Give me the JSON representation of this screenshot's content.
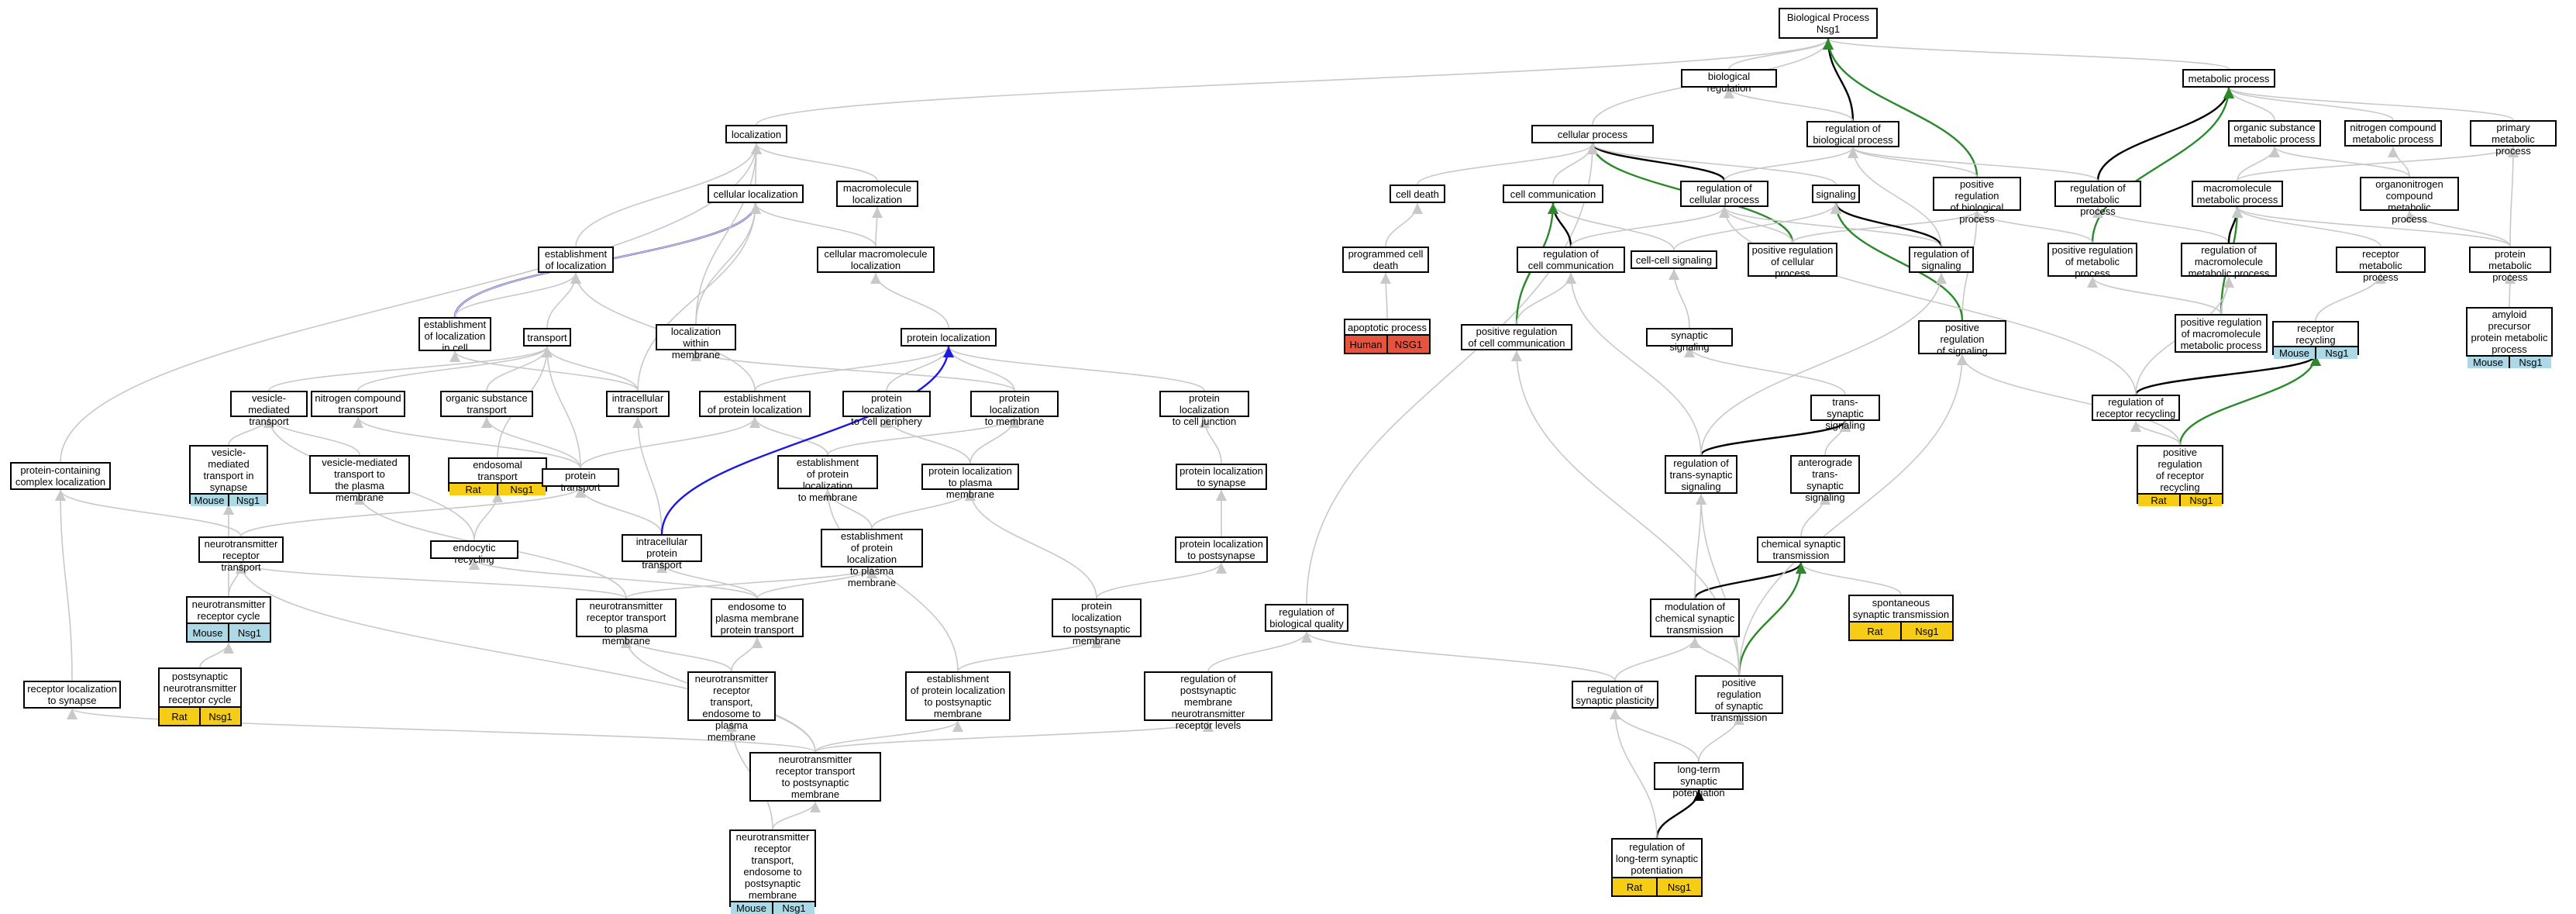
{
  "colors": {
    "edge": "#c8c8c8",
    "bold": "#000000",
    "positive": "#2a8a2a",
    "cross": "#1a1ae0",
    "human": "#e8533d",
    "mouse": "#add8e6",
    "rat": "#f6cd14"
  },
  "nodes": [
    {
      "id": "bp",
      "label": "Biological Process\nNsg1"
    },
    {
      "id": "bioreg",
      "label": "biological regulation"
    },
    {
      "id": "metab",
      "label": "metabolic process"
    },
    {
      "id": "loc",
      "label": "localization"
    },
    {
      "id": "cellproc",
      "label": "cellular process"
    },
    {
      "id": "regbio",
      "label": "regulation of\nbiological process"
    },
    {
      "id": "orgsub",
      "label": "organic substance\nmetabolic process"
    },
    {
      "id": "nitmet",
      "label": "nitrogen compound\nmetabolic process"
    },
    {
      "id": "primmet",
      "label": "primary metabolic\nprocess"
    },
    {
      "id": "cellloc",
      "label": "cellular localization"
    },
    {
      "id": "macroloc",
      "label": "macromolecule\nlocalization"
    },
    {
      "id": "celldeath",
      "label": "cell death"
    },
    {
      "id": "cellcomm",
      "label": "cell communication"
    },
    {
      "id": "regcell",
      "label": "regulation of\ncellular process"
    },
    {
      "id": "signaling",
      "label": "signaling"
    },
    {
      "id": "posregbio",
      "label": "positive regulation\nof biological\nprocess"
    },
    {
      "id": "regmet",
      "label": "regulation of\nmetabolic process"
    },
    {
      "id": "macromet",
      "label": "macromolecule\nmetabolic process"
    },
    {
      "id": "orgnit",
      "label": "organonitrogen\ncompound metabolic\nprocess"
    },
    {
      "id": "estloc",
      "label": "establishment\nof localization"
    },
    {
      "id": "cellmacroloc",
      "label": "cellular macromolecule\nlocalization"
    },
    {
      "id": "pcd",
      "label": "programmed cell\ndeath"
    },
    {
      "id": "regcellcomm",
      "label": "regulation of\ncell communication"
    },
    {
      "id": "ccsig",
      "label": "cell-cell signaling"
    },
    {
      "id": "posregcell",
      "label": "positive regulation\nof cellular\nprocess"
    },
    {
      "id": "regsig",
      "label": "regulation of\nsignaling"
    },
    {
      "id": "posregmet",
      "label": "positive regulation\nof metabolic\nprocess"
    },
    {
      "id": "regmacro",
      "label": "regulation of\nmacromolecule\nmetabolic process"
    },
    {
      "id": "recmet",
      "label": "receptor metabolic\nprocess"
    },
    {
      "id": "protmet",
      "label": "protein metabolic\nprocess"
    },
    {
      "id": "estcell",
      "label": "establishment\nof localization\nin cell"
    },
    {
      "id": "transport",
      "label": "transport"
    },
    {
      "id": "locmem",
      "label": "localization\nwithin membrane"
    },
    {
      "id": "protloc",
      "label": "protein localization"
    },
    {
      "id": "apop",
      "label": "apoptotic process",
      "tags": [
        [
          "Human",
          "human"
        ],
        [
          "NSG1",
          "human"
        ]
      ]
    },
    {
      "id": "posregcellcomm",
      "label": "positive regulation\nof cell communication"
    },
    {
      "id": "synsig",
      "label": "synaptic signaling"
    },
    {
      "id": "posregsig",
      "label": "positive regulation\nof signaling"
    },
    {
      "id": "posregmacro",
      "label": "positive regulation\nof macromolecule\nmetabolic process"
    },
    {
      "id": "recrec",
      "label": "receptor recycling",
      "tags": [
        [
          "Mouse",
          "mouse"
        ],
        [
          "Nsg1",
          "mouse"
        ]
      ]
    },
    {
      "id": "amyloid",
      "label": "amyloid precursor\nprotein metabolic\nprocess",
      "tags": [
        [
          "Mouse",
          "mouse"
        ],
        [
          "Nsg1",
          "mouse"
        ]
      ]
    },
    {
      "id": "vesmed",
      "label": "vesicle-mediated\ntransport"
    },
    {
      "id": "nittrans",
      "label": "nitrogen compound\ntransport"
    },
    {
      "id": "orgtrans",
      "label": "organic substance\ntransport"
    },
    {
      "id": "intra",
      "label": "intracellular\ntransport"
    },
    {
      "id": "estprotloc",
      "label": "establishment\nof protein localization"
    },
    {
      "id": "protcellper",
      "label": "protein localization\nto cell periphery"
    },
    {
      "id": "protmem",
      "label": "protein localization\nto membrane"
    },
    {
      "id": "protjunc",
      "label": "protein localization\nto cell junction"
    },
    {
      "id": "transsyn",
      "label": "trans-synaptic\nsignaling"
    },
    {
      "id": "regrecrec",
      "label": "regulation of\nreceptor recycling"
    },
    {
      "id": "vestrsyn",
      "label": "vesicle-mediated\ntransport in\nsynapse",
      "tags": [
        [
          "Mouse",
          "mouse"
        ],
        [
          "Nsg1",
          "mouse"
        ]
      ]
    },
    {
      "id": "vespm",
      "label": "vesicle-mediated\ntransport to\nthe plasma membrane"
    },
    {
      "id": "endotrans",
      "label": "endosomal transport",
      "tags": [
        [
          "Rat",
          "rat"
        ],
        [
          "Nsg1",
          "rat"
        ]
      ]
    },
    {
      "id": "prottrans",
      "label": "protein transport"
    },
    {
      "id": "estprotmem",
      "label": "establishment\nof protein localization\nto membrane"
    },
    {
      "id": "protpm",
      "label": "protein localization\nto plasma membrane"
    },
    {
      "id": "protsyn",
      "label": "protein localization\nto synapse"
    },
    {
      "id": "regtranssyn",
      "label": "regulation of\ntrans-synaptic\nsignaling"
    },
    {
      "id": "antero",
      "label": "anterograde\ntrans-synaptic\nsignaling"
    },
    {
      "id": "posregrecrec",
      "label": "positive regulation\nof receptor\nrecycling",
      "tags": [
        [
          "Rat",
          "rat"
        ],
        [
          "Nsg1",
          "rat"
        ]
      ]
    },
    {
      "id": "pccl",
      "label": "protein-containing\ncomplex localization"
    },
    {
      "id": "ntrt",
      "label": "neurotransmitter\nreceptor transport"
    },
    {
      "id": "endorec",
      "label": "endocytic recycling"
    },
    {
      "id": "intraprot",
      "label": "intracellular\nprotein transport"
    },
    {
      "id": "estprotpm",
      "label": "establishment\nof protein localization\nto plasma membrane"
    },
    {
      "id": "protpost",
      "label": "protein localization\nto postsynapse"
    },
    {
      "id": "chemsyn",
      "label": "chemical synaptic\ntransmission"
    },
    {
      "id": "ntrcycle",
      "label": "neurotransmitter\nreceptor cycle",
      "tags": [
        [
          "Mouse",
          "mouse"
        ],
        [
          "Nsg1",
          "mouse"
        ]
      ]
    },
    {
      "id": "ntrpm",
      "label": "neurotransmitter\nreceptor transport\nto plasma membrane"
    },
    {
      "id": "endopm",
      "label": "endosome to\nplasma membrane\nprotein transport"
    },
    {
      "id": "protpostmem",
      "label": "protein localization\nto postsynaptic\nmembrane"
    },
    {
      "id": "regbq",
      "label": "regulation of\nbiological quality"
    },
    {
      "id": "modchem",
      "label": "modulation of\nchemical synaptic\ntransmission"
    },
    {
      "id": "spont",
      "label": "spontaneous\nsynaptic transmission",
      "tags": [
        [
          "Rat",
          "rat"
        ],
        [
          "Nsg1",
          "rat"
        ]
      ]
    },
    {
      "id": "rectosyn",
      "label": "receptor localization\nto synapse"
    },
    {
      "id": "postsyncycle",
      "label": "postsynaptic\nneurotransmitter\nreceptor cycle",
      "tags": [
        [
          "Rat",
          "rat"
        ],
        [
          "Nsg1",
          "rat"
        ]
      ]
    },
    {
      "id": "ntrendo",
      "label": "neurotransmitter\nreceptor transport,\nendosome to\nplasma membrane"
    },
    {
      "id": "estprotpost",
      "label": "establishment\nof protein localization\nto postsynaptic\nmembrane"
    },
    {
      "id": "regpostmem",
      "label": "regulation of\npostsynaptic\nmembrane neurotransmitter\nreceptor levels"
    },
    {
      "id": "regsynplast",
      "label": "regulation of\nsynaptic plasticity"
    },
    {
      "id": "posregsyn",
      "label": "positive regulation\nof synaptic\ntransmission"
    },
    {
      "id": "ntrpost",
      "label": "neurotransmitter\nreceptor transport\nto postsynaptic\nmembrane"
    },
    {
      "id": "ltp",
      "label": "long-term synaptic\npotentiation"
    },
    {
      "id": "regltp",
      "label": "regulation of\nlong-term synaptic\npotentiation",
      "tags": [
        [
          "Rat",
          "rat"
        ],
        [
          "Nsg1",
          "rat"
        ]
      ]
    },
    {
      "id": "ntrendopost",
      "label": "neurotransmitter\nreceptor transport,\nendosome to\npostsynaptic\nmembrane",
      "tags": [
        [
          "Mouse",
          "mouse"
        ],
        [
          "Nsg1",
          "mouse"
        ]
      ]
    }
  ],
  "edges": [
    [
      "bioreg",
      "bp"
    ],
    [
      "metab",
      "bp"
    ],
    [
      "loc",
      "bp"
    ],
    [
      "cellproc",
      "bp"
    ],
    [
      "regbio",
      "bp",
      "bold"
    ],
    [
      "posregbio",
      "bp",
      "positive"
    ],
    [
      "orgsub",
      "metab"
    ],
    [
      "nitmet",
      "metab"
    ],
    [
      "primmet",
      "metab"
    ],
    [
      "regmet",
      "metab",
      "bold"
    ],
    [
      "posregmet",
      "metab",
      "positive"
    ],
    [
      "regbio",
      "bioreg"
    ],
    [
      "cellloc",
      "loc"
    ],
    [
      "macroloc",
      "loc"
    ],
    [
      "estloc",
      "loc"
    ],
    [
      "pccl",
      "loc"
    ],
    [
      "celldeath",
      "cellproc"
    ],
    [
      "cellcomm",
      "cellproc"
    ],
    [
      "regcell",
      "cellproc",
      "bold"
    ],
    [
      "posregcell",
      "cellproc",
      "positive"
    ],
    [
      "signaling",
      "cellproc"
    ],
    [
      "regbq",
      "cellproc"
    ],
    [
      "regcell",
      "regbio"
    ],
    [
      "posregbio",
      "regbio"
    ],
    [
      "regmet",
      "regbio"
    ],
    [
      "estcell",
      "cellloc",
      "cross"
    ],
    [
      "cellmacroloc",
      "cellloc"
    ],
    [
      "cellmacroloc",
      "macroloc"
    ],
    [
      "protloc",
      "cellmacroloc"
    ],
    [
      "pcd",
      "celldeath"
    ],
    [
      "apop",
      "pcd"
    ],
    [
      "regcellcomm",
      "cellcomm",
      "bold"
    ],
    [
      "ccsig",
      "cellcomm"
    ],
    [
      "posregcellcomm",
      "cellcomm",
      "positive"
    ],
    [
      "posregcellcomm",
      "regcellcomm"
    ],
    [
      "regcellcomm",
      "regcell"
    ],
    [
      "regsig",
      "regcell"
    ],
    [
      "posregcell",
      "regcell"
    ],
    [
      "posregcell",
      "posregbio"
    ],
    [
      "posregmet",
      "posregbio"
    ],
    [
      "posregsig",
      "posregbio"
    ],
    [
      "regsig",
      "signaling",
      "bold"
    ],
    [
      "posregsig",
      "signaling",
      "positive"
    ],
    [
      "ccsig",
      "signaling"
    ],
    [
      "regsig",
      "regbio"
    ],
    [
      "macromet",
      "orgsub"
    ],
    [
      "orgnit",
      "orgsub"
    ],
    [
      "orgnit",
      "nitmet"
    ],
    [
      "macromet",
      "primmet"
    ],
    [
      "protmet",
      "primmet"
    ],
    [
      "regmacro",
      "regmet"
    ],
    [
      "regmacro",
      "macromet",
      "bold"
    ],
    [
      "posregmacro",
      "macromet",
      "positive"
    ],
    [
      "posregmacro",
      "regmacro"
    ],
    [
      "posregmacro",
      "posregmet"
    ],
    [
      "recmet",
      "macromet"
    ],
    [
      "protmet",
      "macromet"
    ],
    [
      "protmet",
      "orgnit"
    ],
    [
      "amyloid",
      "protmet"
    ],
    [
      "recrec",
      "recmet"
    ],
    [
      "estcell",
      "estloc"
    ],
    [
      "transport",
      "estloc"
    ],
    [
      "estcell",
      "cellloc"
    ],
    [
      "locmem",
      "loc"
    ],
    [
      "locmem",
      "cellloc"
    ],
    [
      "intra",
      "cellloc"
    ],
    [
      "intra",
      "estcell"
    ],
    [
      "intra",
      "transport"
    ],
    [
      "vesmed",
      "transport"
    ],
    [
      "nittrans",
      "transport"
    ],
    [
      "orgtrans",
      "transport"
    ],
    [
      "estprotloc",
      "estloc"
    ],
    [
      "estprotloc",
      "protloc"
    ],
    [
      "protcellper",
      "protloc"
    ],
    [
      "protmem",
      "protloc"
    ],
    [
      "protjunc",
      "protloc"
    ],
    [
      "protmem",
      "locmem"
    ],
    [
      "synsig",
      "ccsig"
    ],
    [
      "transsyn",
      "synsig"
    ],
    [
      "regtranssyn",
      "transsyn",
      "bold"
    ],
    [
      "regtranssyn",
      "regsig"
    ],
    [
      "regtranssyn",
      "regcellcomm"
    ],
    [
      "antero",
      "transsyn"
    ],
    [
      "chemsyn",
      "antero"
    ],
    [
      "posregsyn",
      "regtranssyn"
    ],
    [
      "regrecrec",
      "recrec",
      "bold"
    ],
    [
      "posregrecrec",
      "recrec",
      "positive"
    ],
    [
      "posregrecrec",
      "regrecrec"
    ],
    [
      "regrecrec",
      "regcell"
    ],
    [
      "regrecrec",
      "regmacro"
    ],
    [
      "posregrecrec",
      "posregsig"
    ],
    [
      "vestrsyn",
      "vesmed"
    ],
    [
      "vespm",
      "vesmed"
    ],
    [
      "endotrans",
      "transport"
    ],
    [
      "prottrans",
      "transport"
    ],
    [
      "prottrans",
      "nittrans"
    ],
    [
      "prottrans",
      "orgtrans"
    ],
    [
      "prottrans",
      "estprotloc"
    ],
    [
      "estprotmem",
      "estprotloc"
    ],
    [
      "estprotmem",
      "protmem"
    ],
    [
      "protpm",
      "protcellper"
    ],
    [
      "protpm",
      "protmem"
    ],
    [
      "protsyn",
      "protjunc"
    ],
    [
      "protpost",
      "protsyn"
    ],
    [
      "protpostmem",
      "protpm"
    ],
    [
      "protpostmem",
      "protpost"
    ],
    [
      "ntrt",
      "prottrans"
    ],
    [
      "ntrt",
      "pccl"
    ],
    [
      "endorec",
      "vesmed"
    ],
    [
      "endorec",
      "endotrans"
    ],
    [
      "intraprot",
      "intra"
    ],
    [
      "intraprot",
      "prottrans"
    ],
    [
      "intraprot",
      "protloc",
      "cross"
    ],
    [
      "estprotpm",
      "estprotmem"
    ],
    [
      "estprotpm",
      "protpm"
    ],
    [
      "ntrcycle",
      "ntrt"
    ],
    [
      "ntrcycle",
      "vestrsyn"
    ],
    [
      "postsyncycle",
      "ntrcycle"
    ],
    [
      "ntrpm",
      "ntrt"
    ],
    [
      "ntrpm",
      "vespm"
    ],
    [
      "ntrpm",
      "estprotpm"
    ],
    [
      "endopm",
      "endorec"
    ],
    [
      "endopm",
      "intraprot"
    ],
    [
      "endopm",
      "estprotpm"
    ],
    [
      "ntrendo",
      "ntrpm"
    ],
    [
      "ntrendo",
      "endopm"
    ],
    [
      "estprotpost",
      "estprotmem"
    ],
    [
      "estprotpost",
      "protpostmem"
    ],
    [
      "modchem",
      "chemsyn",
      "bold"
    ],
    [
      "modchem",
      "regtranssyn"
    ],
    [
      "spont",
      "chemsyn"
    ],
    [
      "posregsyn",
      "chemsyn",
      "positive"
    ],
    [
      "posregsyn",
      "modchem"
    ],
    [
      "posregsyn",
      "posregcellcomm"
    ],
    [
      "posregsyn",
      "posregsig"
    ],
    [
      "regsynplast",
      "modchem"
    ],
    [
      "regsynplast",
      "regbq"
    ],
    [
      "regpostmem",
      "regbq"
    ],
    [
      "rectosyn",
      "pccl"
    ],
    [
      "ntrpost",
      "rectosyn"
    ],
    [
      "ntrpost",
      "ntrpm"
    ],
    [
      "ntrpost",
      "estprotpost"
    ],
    [
      "ntrpost",
      "regpostmem"
    ],
    [
      "ntrpost",
      "ntrt"
    ],
    [
      "ltp",
      "regsynplast"
    ],
    [
      "ltp",
      "posregsyn"
    ],
    [
      "regltp",
      "ltp",
      "bold"
    ],
    [
      "regltp",
      "regsynplast"
    ],
    [
      "ntrendopost",
      "ntrendo"
    ],
    [
      "ntrendopost",
      "ntrpost"
    ]
  ]
}
